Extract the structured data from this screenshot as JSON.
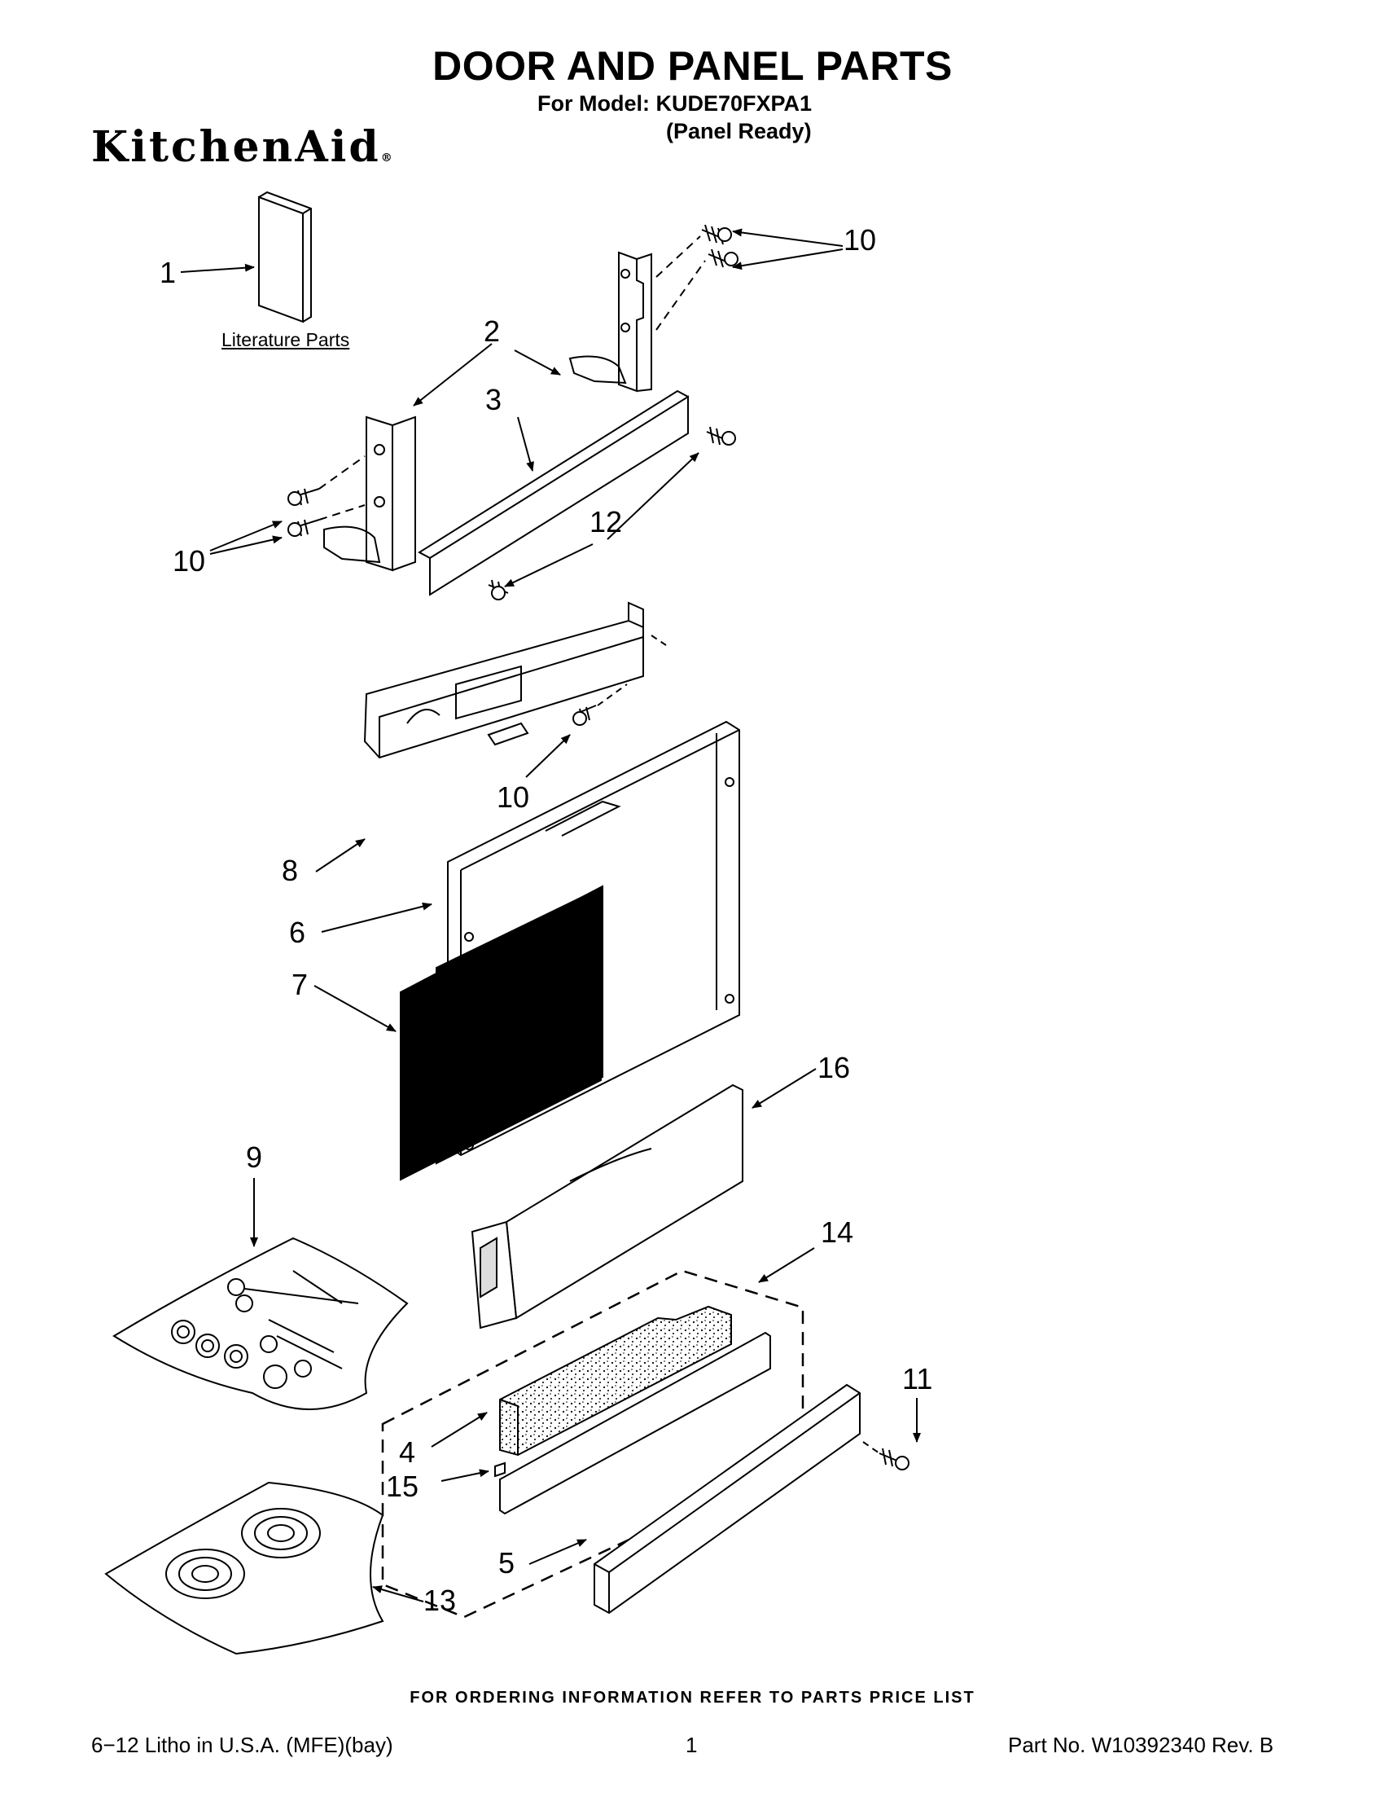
{
  "header": {
    "title": "DOOR AND PANEL PARTS",
    "model_line": "For Model: KUDE70FXPA1",
    "variant": "(Panel Ready)",
    "brand": "KitchenAid",
    "brand_mark": "®"
  },
  "diagram": {
    "literature_label": "Literature Parts",
    "callouts": [
      {
        "id": "c1",
        "text": "1"
      },
      {
        "id": "c2",
        "text": "2"
      },
      {
        "id": "c3",
        "text": "3"
      },
      {
        "id": "c10a",
        "text": "10"
      },
      {
        "id": "c10b",
        "text": "10"
      },
      {
        "id": "c10c",
        "text": "10"
      },
      {
        "id": "c12",
        "text": "12"
      },
      {
        "id": "c8",
        "text": "8"
      },
      {
        "id": "c6",
        "text": "6"
      },
      {
        "id": "c7",
        "text": "7"
      },
      {
        "id": "c16",
        "text": "16"
      },
      {
        "id": "c9",
        "text": "9"
      },
      {
        "id": "c14",
        "text": "14"
      },
      {
        "id": "c11",
        "text": "11"
      },
      {
        "id": "c4",
        "text": "4"
      },
      {
        "id": "c15",
        "text": "15"
      },
      {
        "id": "c5",
        "text": "5"
      },
      {
        "id": "c13",
        "text": "13"
      }
    ]
  },
  "footer": {
    "ordering_note": "FOR ORDERING INFORMATION REFER TO PARTS PRICE LIST",
    "litho": "6−12 Litho in U.S.A. (MFE)(bay)",
    "page": "1",
    "part_no": "Part No. W10392340 Rev. B"
  }
}
